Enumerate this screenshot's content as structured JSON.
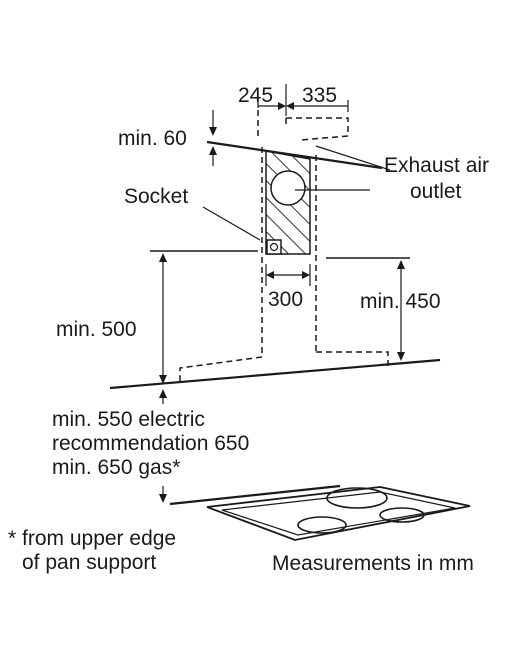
{
  "labels": {
    "dim_245": "245",
    "dim_335": "335",
    "min_60": "min. 60",
    "exhaust_line1": "Exhaust air",
    "exhaust_line2": "outlet",
    "socket": "Socket",
    "dim_300": "300",
    "min_450": "min. 450",
    "min_500": "min. 500",
    "electric_line1": "min. 550 electric",
    "electric_line2": "recommendation 650",
    "electric_line3": "min. 650 gas*",
    "footnote_line1": "* from upper edge",
    "footnote_line2": "of pan support",
    "units_note": "Measurements in mm"
  }
}
